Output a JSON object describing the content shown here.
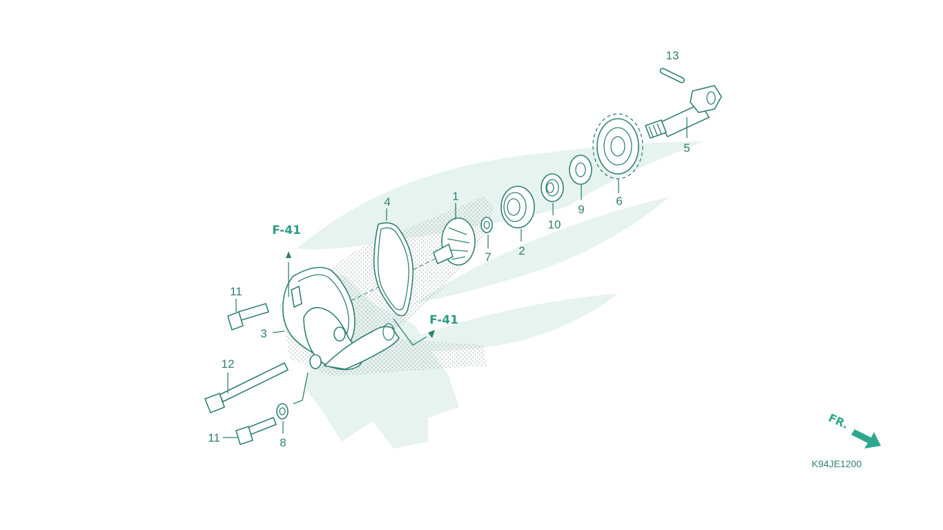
{
  "diagram": {
    "code": "K94JE1200",
    "front_label": "FR.",
    "references": [
      {
        "id": "ref-top",
        "text": "F-41"
      },
      {
        "id": "ref-mid",
        "text": "F-41"
      }
    ],
    "callouts": [
      {
        "id": "c1",
        "number": "1"
      },
      {
        "id": "c2",
        "number": "2"
      },
      {
        "id": "c3",
        "number": "3"
      },
      {
        "id": "c4",
        "number": "4"
      },
      {
        "id": "c5",
        "number": "5"
      },
      {
        "id": "c6",
        "number": "6"
      },
      {
        "id": "c7",
        "number": "7"
      },
      {
        "id": "c8",
        "number": "8"
      },
      {
        "id": "c9",
        "number": "9"
      },
      {
        "id": "c10",
        "number": "10"
      },
      {
        "id": "c11a",
        "number": "11"
      },
      {
        "id": "c11b",
        "number": "11"
      },
      {
        "id": "c12",
        "number": "12"
      },
      {
        "id": "c13",
        "number": "13"
      }
    ],
    "colors": {
      "line": "#2f7f72",
      "watermark": "#e6f3ef",
      "accent": "#2fa78e"
    }
  }
}
